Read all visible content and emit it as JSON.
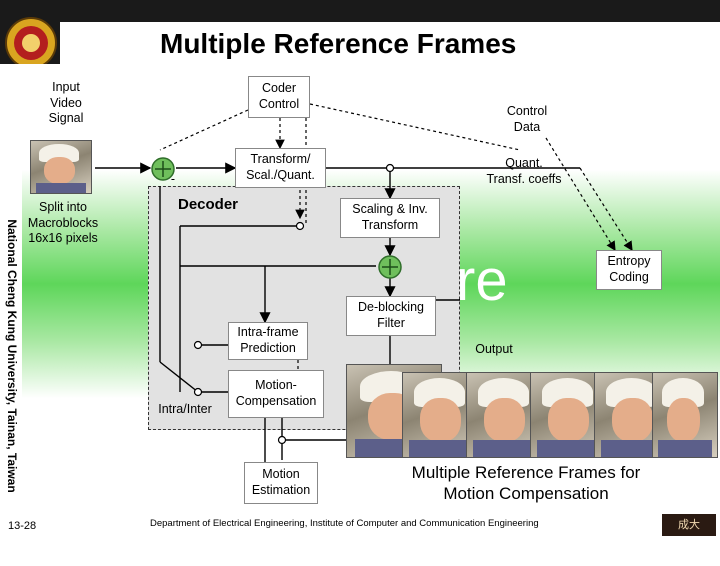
{
  "title": "Multiple Reference Frames",
  "sidebar_text": "National Cheng Kung University, Tainan, Taiwan",
  "diagram": {
    "input_label": "Input\nVideo\nSignal",
    "split_label": "Split into\nMacroblocks\n16x16 pixels",
    "coder_control": "Coder\nControl",
    "control_data": "Control\nData",
    "transform_quant": "Transform/\nScal./Quant.",
    "quant_coeffs": "Quant.\nTransf. coeffs",
    "decoder_label": "Decoder",
    "scaling_inv": "Scaling & Inv.\nTransform",
    "entropy_coding": "Entropy\nCoding",
    "deblocking": "De-blocking\nFilter",
    "intra_prediction": "Intra-frame\nPrediction",
    "motion_comp": "Motion-\nCompensation",
    "intra_inter": "Intra/Inter",
    "motion_estimation": "Motion\nEstimation",
    "output_label": "Output",
    "minus_sign": "-",
    "more_text": "re"
  },
  "caption": "Multiple Reference Frames for\nMotion Compensation",
  "footer": {
    "page_number": "13-28",
    "department": "Department of Electrical Engineering, Institute of Computer and Communication Engineering"
  }
}
